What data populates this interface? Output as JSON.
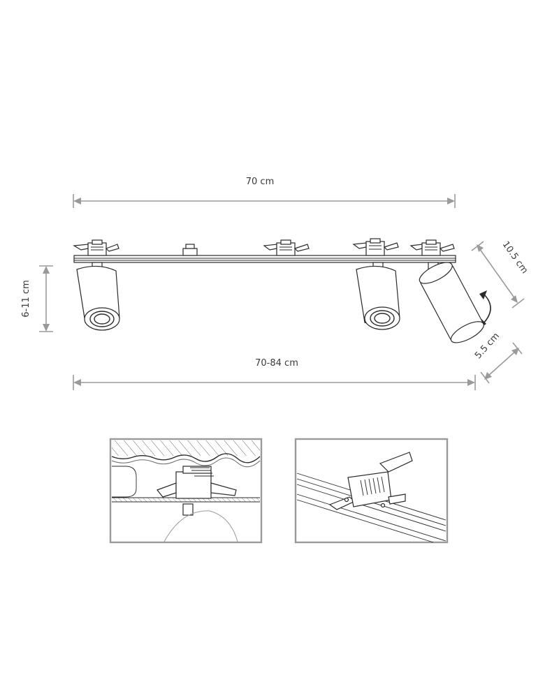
{
  "dimensions": {
    "top_width": "70 cm",
    "bottom_width": "70-84 cm",
    "height": "6-11 cm",
    "diagonal_length": "10.5 cm",
    "diameter": "5.5 cm"
  },
  "colors": {
    "dimension_arrow": "#9a9a9a",
    "line_art": "#2a2a2a",
    "panel_frame": "#9a9a9a"
  }
}
